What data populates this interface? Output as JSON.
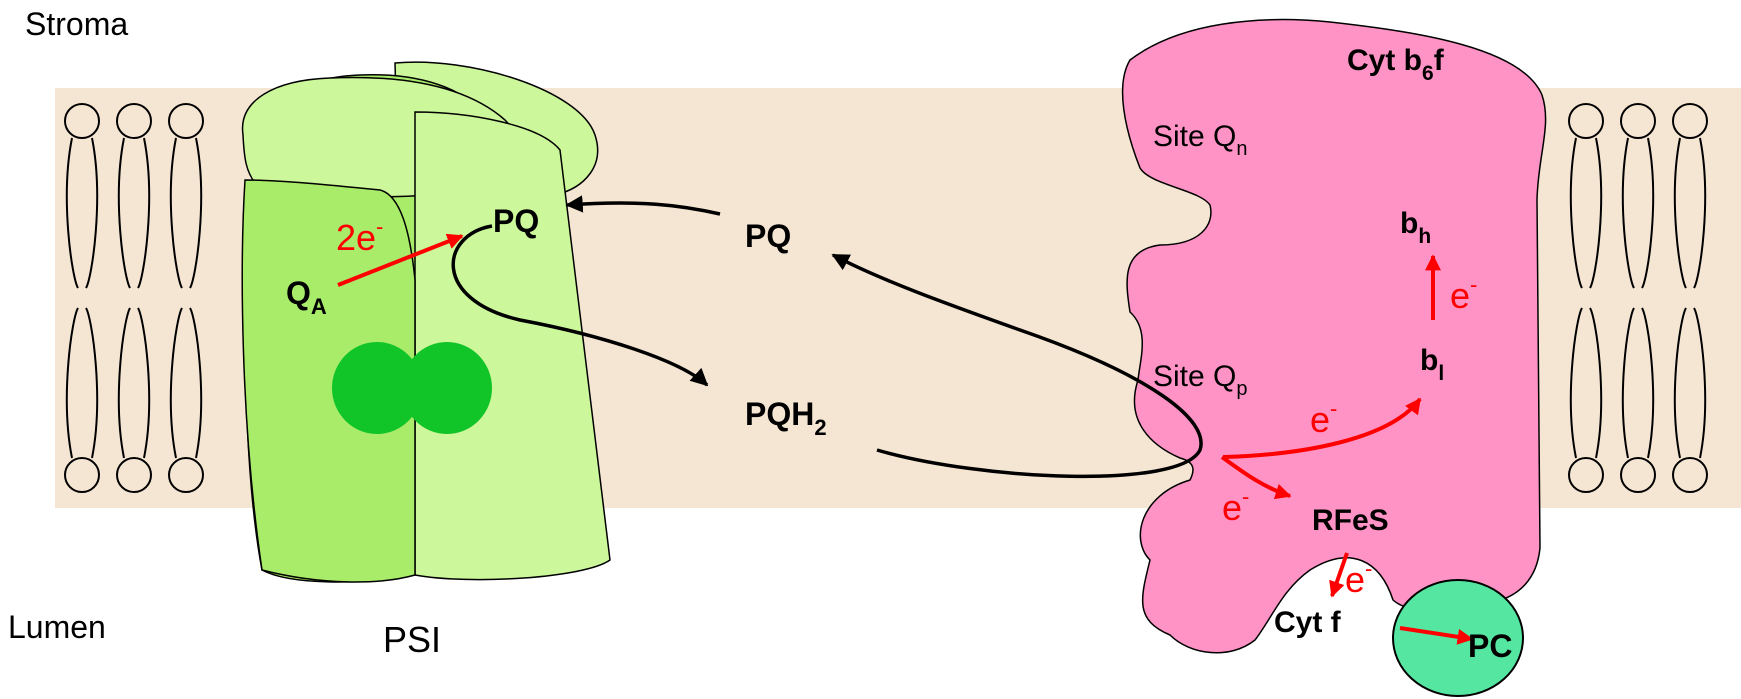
{
  "regions": {
    "stroma": "Stroma",
    "lumen": "Lumen"
  },
  "complexes": {
    "psi": "PSI",
    "cyt_b6f": {
      "main": "Cyt b",
      "sub": "6",
      "tail": "f"
    },
    "pc": "PC"
  },
  "sites": {
    "qn": {
      "main": "Site Q",
      "sub": "n"
    },
    "qp": {
      "main": "Site Q",
      "sub": "p"
    }
  },
  "carriers": {
    "qa": {
      "main": "Q",
      "sub": "A"
    },
    "pq_psi": "PQ",
    "pq_pool": "PQ",
    "pqh2": {
      "main": "PQH",
      "sub": "2"
    },
    "bh": {
      "main": "b",
      "sub": "h"
    },
    "bl": {
      "main": "b",
      "sub": "l"
    },
    "rfes": "RFeS",
    "cytf": "Cyt f"
  },
  "electrons": {
    "two_e": {
      "main": "2e",
      "sup": "-"
    },
    "e_bl_bh": {
      "main": "e",
      "sup": "-"
    },
    "e_qp_bl": {
      "main": "e",
      "sup": "-"
    },
    "e_qp_rfes": {
      "main": "e",
      "sup": "-"
    },
    "e_rfes_cytf": {
      "main": "e",
      "sup": "-"
    }
  },
  "colors": {
    "membrane": "#f5e6d3",
    "psi_light": "#ccf79a",
    "psi_mid": "#a8ec6a",
    "psi_core": "#11c428",
    "cyt_b6f": "#ff93c6",
    "pc": "#55e6a2",
    "electron_arrow": "#ff0000",
    "pq_arrow": "#000000"
  }
}
